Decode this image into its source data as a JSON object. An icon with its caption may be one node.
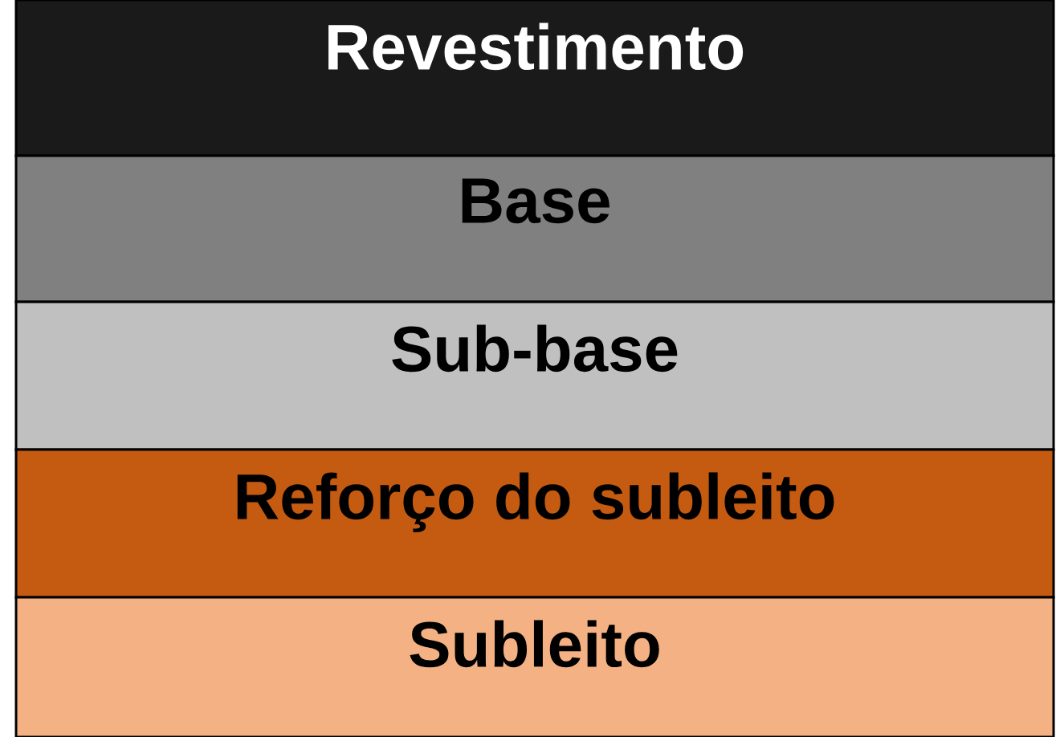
{
  "diagram": {
    "nodes": [
      {
        "text": [
          "Revestimento"
        ]
      },
      {
        "text": [
          "Base"
        ]
      },
      {
        "text": [
          "Sub-base"
        ]
      },
      {
        "text": [
          "Reforço do subleito"
        ]
      },
      {
        "text": [
          "Subleito"
        ]
      }
    ]
  }
}
